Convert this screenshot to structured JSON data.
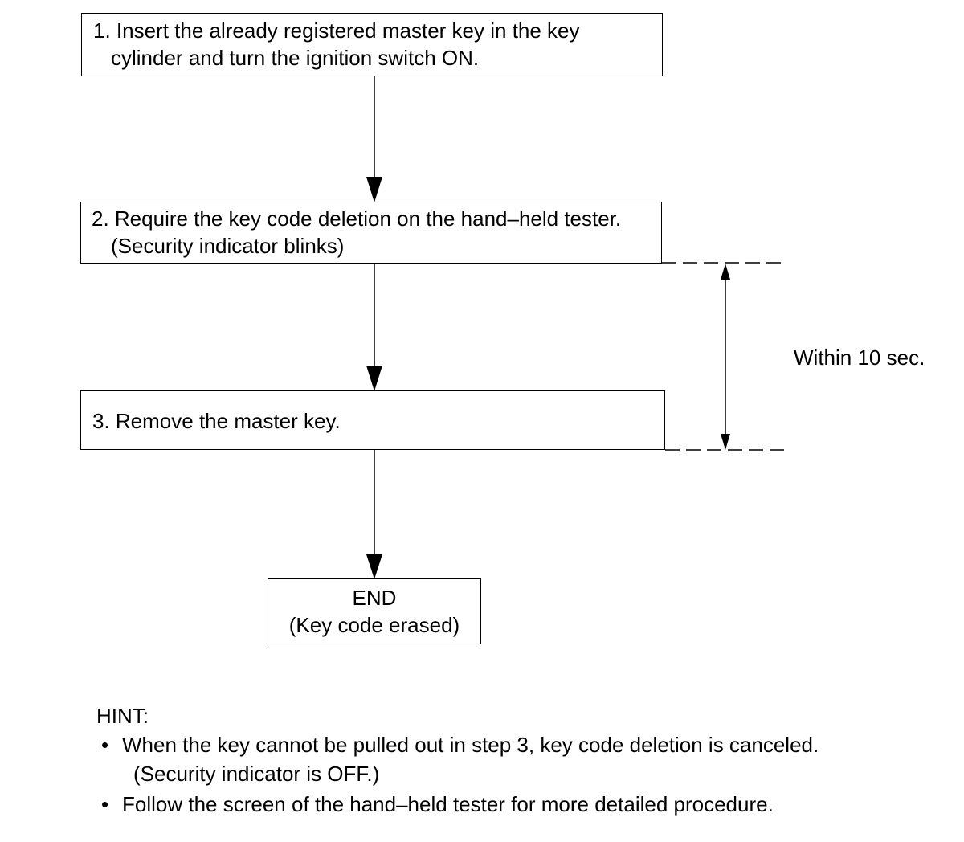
{
  "steps": [
    {
      "lines": [
        "1. Insert the already registered master key in the key",
        "cylinder and turn the ignition switch ON."
      ]
    },
    {
      "lines": [
        "2. Require the key code deletion on the hand–held tester.",
        "(Security indicator blinks)"
      ]
    },
    {
      "lines": [
        "3. Remove the master key."
      ]
    }
  ],
  "end": {
    "lines": [
      "END",
      "(Key code erased)"
    ]
  },
  "timing": {
    "label": "Within 10 sec."
  },
  "hint": {
    "title": "HINT:",
    "items": [
      {
        "bullet": "•",
        "text": "When the key cannot be pulled out in step 3, key code deletion is canceled.",
        "sub": "(Security indicator is OFF.)"
      },
      {
        "bullet": "•",
        "text": "Follow the screen of the hand–held tester for more detailed procedure."
      }
    ]
  }
}
